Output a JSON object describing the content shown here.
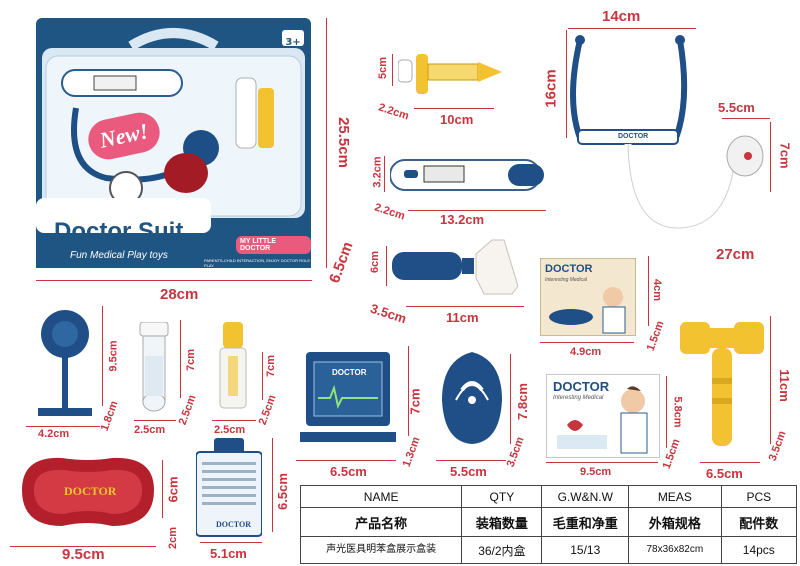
{
  "package": {
    "badge_new": "New!",
    "brand": "Doctor Suit",
    "tagline": "Fun Medical Play toys",
    "subtitle": "MY LITTLE DOCTOR",
    "age": "3+",
    "fine_print": "PARENTS-CHILD INTERACTION, ENJOY DOCTOR ROLE PLAY"
  },
  "cards": {
    "doctor_card_1_title": "DOCTOR",
    "doctor_card_1_sub": "Interesting Medical",
    "doctor_card_2_title": "DOCTOR",
    "doctor_card_2_sub": "Interesting Medical",
    "tray_logo": "DOCTOR",
    "monitor_logo": "DOCTOR",
    "stethoscope_logo": "DOCTOR",
    "badge_logo": "DOCTOR"
  },
  "dimensions": {
    "box_width": "28cm",
    "box_height": "25.5cm",
    "box_depth": "6.5cm",
    "syringe_height": "5cm",
    "syringe_depth": "2.2cm",
    "syringe_length": "10cm",
    "thermo_height": "3.2cm",
    "thermo_depth": "2.2cm",
    "thermo_length": "13.2cm",
    "steth_width": "14cm",
    "steth_height": "16cm",
    "steth_length": "27cm",
    "steth_head_w": "5.5cm",
    "steth_head_h": "7cm",
    "bottle_height": "6cm",
    "bottle_depth": "3.5cm",
    "bottle_length": "11cm",
    "card1_height": "4cm",
    "card1_depth": "1.5cm",
    "card1_width": "4.9cm",
    "mirror_height": "9.5cm",
    "mirror_depth": "1.8cm",
    "mirror_width": "4.2cm",
    "tube_height": "7cm",
    "tube_depth": "2.5cm",
    "tube_width": "2.5cm",
    "vial_height": "7cm",
    "vial_depth": "2.5cm",
    "vial_width": "2.5cm",
    "monitor_height": "7cm",
    "monitor_depth": "1.3cm",
    "monitor_width": "6.5cm",
    "otoscope_height": "7.8cm",
    "otoscope_depth": "3.5cm",
    "otoscope_width": "5.5cm",
    "card2_height": "5.8cm",
    "card2_depth": "1.5cm",
    "card2_width": "9.5cm",
    "hammer_height": "11cm",
    "hammer_depth": "3.5cm",
    "hammer_width": "6.5cm",
    "tray_height": "6cm",
    "tray_depth": "2cm",
    "tray_width": "9.5cm",
    "badge_height": "6.5cm",
    "badge_width": "5.1cm"
  },
  "spec_table": {
    "headers_en": [
      "NAME",
      "QTY",
      "G.W&N.W",
      "MEAS",
      "PCS"
    ],
    "headers_cn": [
      "产品名称",
      "装箱数量",
      "毛重和净重",
      "外箱规格",
      "配件数"
    ],
    "values": [
      "声光医具明苯盒展示盒装",
      "36/2内盒",
      "15/13",
      "78x36x82cm",
      "14pcs"
    ]
  },
  "colors": {
    "dimension_red": "#c7363f",
    "navy": "#1f4f86",
    "yellow": "#f2c230",
    "tray_red": "#b3202c"
  }
}
